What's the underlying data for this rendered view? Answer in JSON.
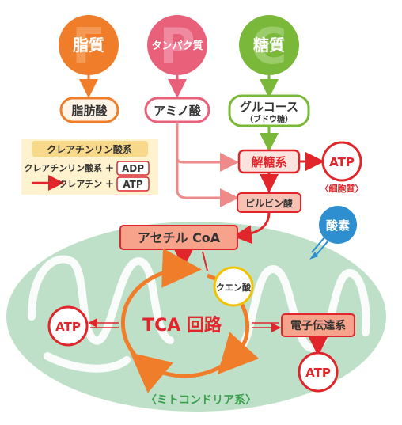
{
  "nutrients": [
    {
      "label": "脂質",
      "initial": "F"
    },
    {
      "label": "タンパク質",
      "initial": "P"
    },
    {
      "label": "糖質",
      "initial": "C"
    }
  ],
  "intermediates": {
    "fatty_acid": "脂肪酸",
    "amino_acid": "アミノ酸",
    "glucose": "グルコース",
    "glucose_note": "（ブドウ糖）"
  },
  "creatine": {
    "title": "クレアチンリン酸系",
    "line1_left": "クレアチンリン酸系 ＋",
    "line1_right": "ADP",
    "line2_left": "クレアチン ＋",
    "line2_right": "ATP"
  },
  "glycolysis": {
    "label": "解糖系",
    "atp": "ATP",
    "atp_note": "〈細胞質〉"
  },
  "pyruvate": "ピルビン酸",
  "oxygen": "酸素",
  "acetyl": "アセチル CoA",
  "citric": "クエン酸",
  "tca": "TCA 回路",
  "tca_atp": "ATP",
  "etc": {
    "label": "電子伝達系",
    "atp": "ATP"
  },
  "mito_label": "〈ミトコンドリア系〉",
  "colors": {
    "fat": "#f07d2a",
    "protein": "#e8607a",
    "sugar": "#7ab83a",
    "red": "#e0252b",
    "tca": "#f07d2a",
    "mito": "#bfe0c8",
    "oxygen": "#2d8fd0",
    "citric": "#f2c200"
  }
}
